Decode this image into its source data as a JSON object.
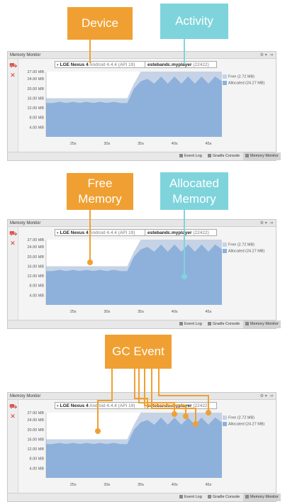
{
  "callouts": {
    "device": "Device",
    "activity": "Activity",
    "free_memory": "Free\nMemory",
    "allocated_memory": "Allocated\nMemory",
    "gc_event": "GC Event"
  },
  "panel": {
    "title": "Memory Monitor",
    "device_name": "LGE Nexus 4",
    "device_version": "Android 4.4.4 (API 19)",
    "process_name": "estebandc.myplayer",
    "process_pid": "(22422)",
    "y_ticks": [
      "27.00 MB",
      "24.00 MB",
      "20.00 MB",
      "16.00 MB",
      "12.00 MB",
      "8.00 MB",
      "4.00 MB"
    ],
    "x_ticks": [
      "25s",
      "30s",
      "35s",
      "40s",
      "45s"
    ],
    "legend_free": "Free (2.72 MB)",
    "legend_allocated": "Allocated (24.27 MB)",
    "status_event_log": "Event Log",
    "status_gradle": "Gradle Console",
    "status_memory": "Memory Monitor"
  },
  "colors": {
    "accent_orange": "#f0a032",
    "accent_teal": "#7fd4dc",
    "allocated": "#8db1db",
    "free": "#c6d3e6"
  },
  "chart_data": {
    "type": "area",
    "x": [
      21,
      22,
      23,
      24,
      25,
      26,
      27,
      28,
      29,
      30,
      31,
      32,
      33,
      34,
      35,
      36,
      37,
      38,
      39,
      40,
      41,
      42,
      43,
      44,
      45,
      46,
      47
    ],
    "series": [
      {
        "name": "Allocated",
        "values": [
          14,
          14,
          14.5,
          14,
          14.5,
          14,
          14.5,
          14,
          14.5,
          14,
          14.5,
          14,
          14,
          20,
          23,
          24,
          22,
          25,
          22,
          25,
          22,
          25,
          22,
          25,
          22,
          25,
          23
        ]
      },
      {
        "name": "Free",
        "values": [
          16,
          16,
          16,
          16,
          16,
          16,
          16,
          16,
          16,
          16,
          16,
          16,
          16,
          22,
          27,
          27,
          27,
          27,
          27,
          27,
          27,
          27,
          27,
          27,
          27,
          27,
          27
        ]
      }
    ],
    "ylim": [
      0,
      27
    ],
    "xlim": [
      21,
      47
    ],
    "grid": false,
    "legend": "right"
  }
}
